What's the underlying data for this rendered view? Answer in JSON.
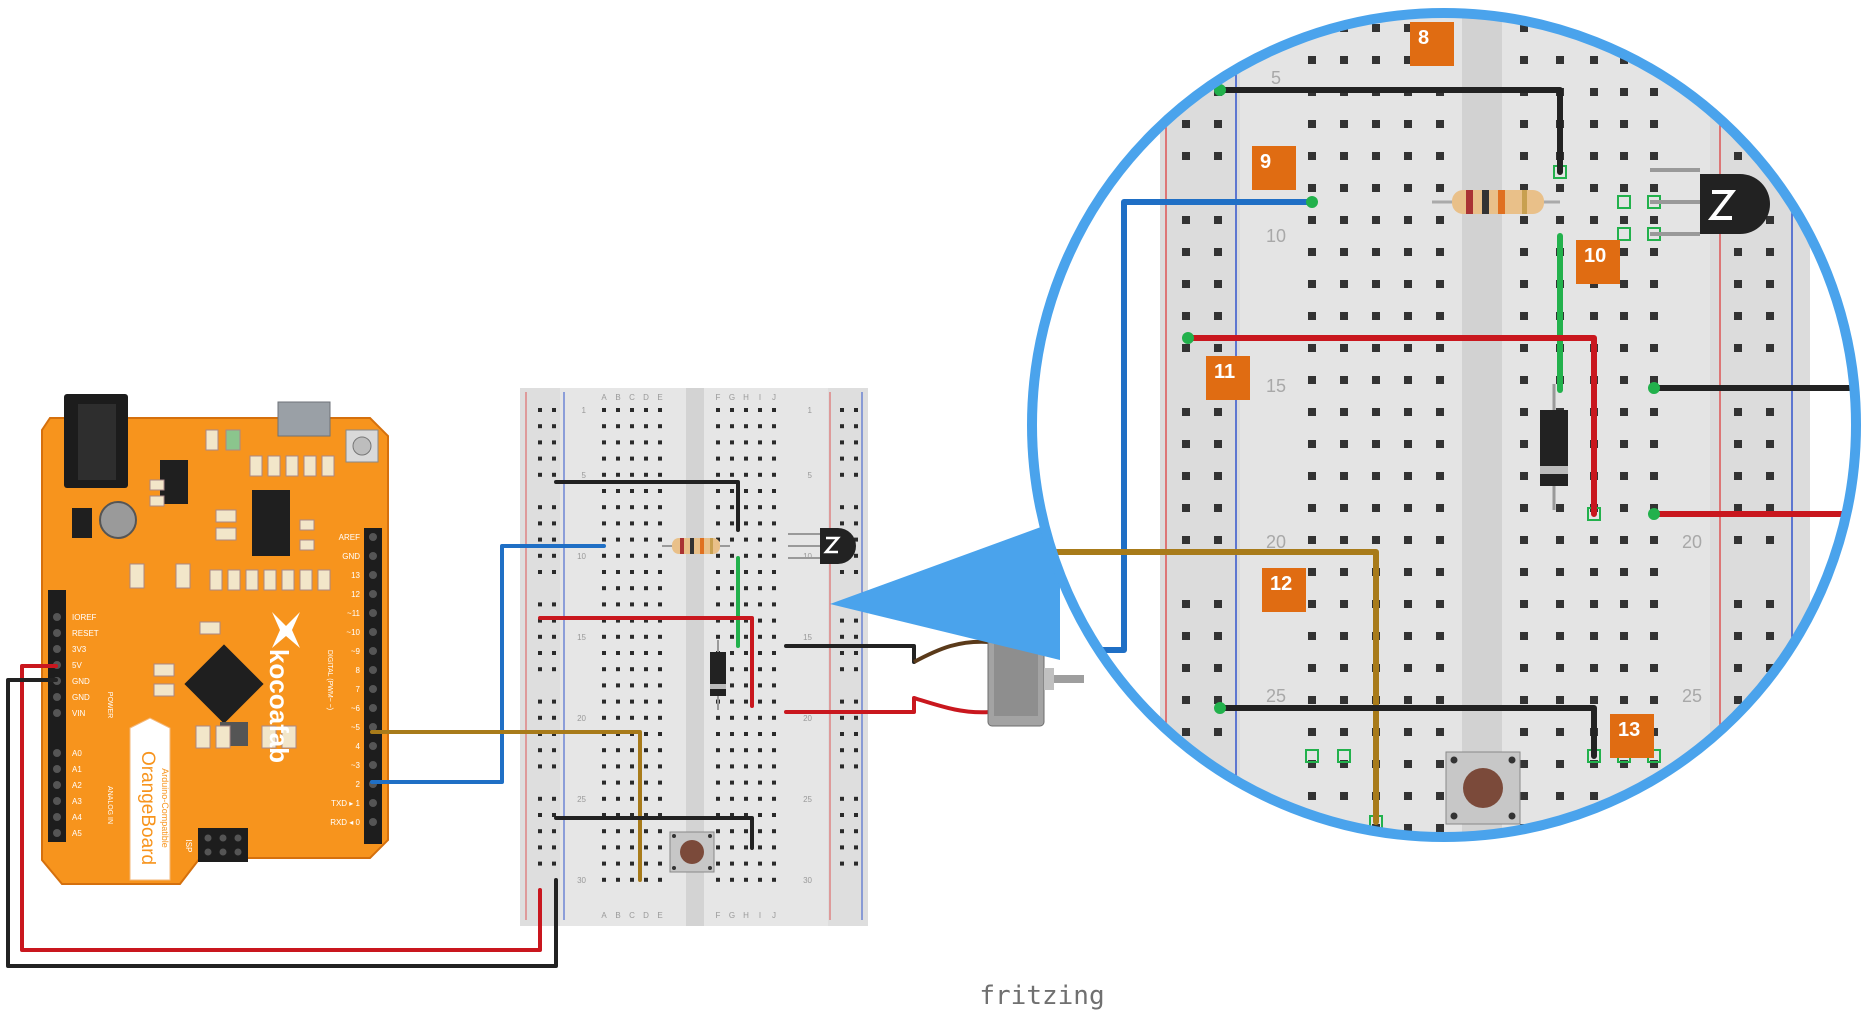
{
  "board": {
    "brand": "kocoafab",
    "name": "OrangeBoard",
    "subtitle": "Arduino-Compatible",
    "power_header": [
      "IOREF",
      "RESET",
      "3V3",
      "5V",
      "GND",
      "GND",
      "VIN"
    ],
    "power_label": "POWER",
    "analog_header": [
      "A0",
      "A1",
      "A2",
      "A3",
      "A4",
      "A5"
    ],
    "analog_label": "ANALOG IN",
    "digital_header": [
      "AREF",
      "GND",
      "13",
      "12",
      "~11",
      "~10",
      "~9",
      "8",
      "7",
      "~6",
      "~5",
      "4",
      "~3",
      "2",
      "TXD ▸ 1",
      "RXD ◂ 0"
    ],
    "digital_label": "DIGITAL (PWM~ ~)",
    "isp_label": "ISP"
  },
  "breadboard": {
    "columns_left": [
      "A",
      "B",
      "C",
      "D",
      "E"
    ],
    "columns_right": [
      "F",
      "G",
      "H",
      "I",
      "J"
    ],
    "row_numbers": [
      "1",
      "5",
      "10",
      "15",
      "20",
      "25",
      "30"
    ]
  },
  "zoom": {
    "row_numbers_left": [
      "5",
      "10",
      "15",
      "20",
      "25"
    ],
    "row_numbers_right": [
      "20",
      "25"
    ]
  },
  "step_labels": [
    "8",
    "9",
    "10",
    "11",
    "12",
    "13"
  ],
  "footer": {
    "brand": "fritzing"
  },
  "colors": {
    "board_orange": "#f7941d",
    "wire_red": "#c9171e",
    "wire_black": "#222222",
    "wire_blue": "#1f6fc5",
    "wire_green": "#22b14c",
    "wire_yellow": "#a87b1a",
    "zoom_border": "#4aa3ec",
    "label_bg": "#e06c12"
  }
}
